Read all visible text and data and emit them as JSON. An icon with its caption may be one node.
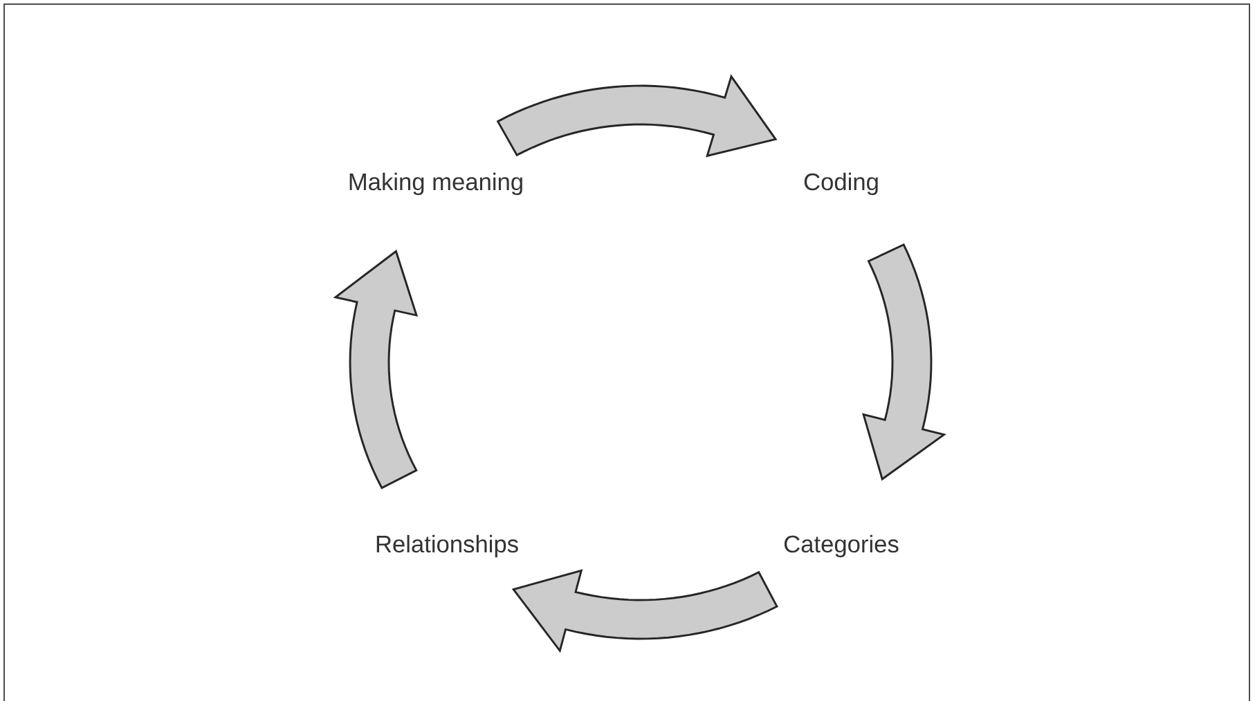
{
  "diagram": {
    "nodes": [
      {
        "text": [
          "Making meaning"
        ]
      },
      {
        "text": [
          "Coding"
        ]
      },
      {
        "text": [
          "Categories"
        ]
      },
      {
        "text": [
          "Relationships"
        ]
      }
    ],
    "edges": [
      {
        "from": 0,
        "to": 1,
        "arrow": "to"
      },
      {
        "from": 1,
        "to": 2,
        "arrow": "to"
      },
      {
        "from": 2,
        "to": 3,
        "arrow": "to"
      },
      {
        "from": 3,
        "to": 0,
        "arrow": "to"
      }
    ]
  }
}
